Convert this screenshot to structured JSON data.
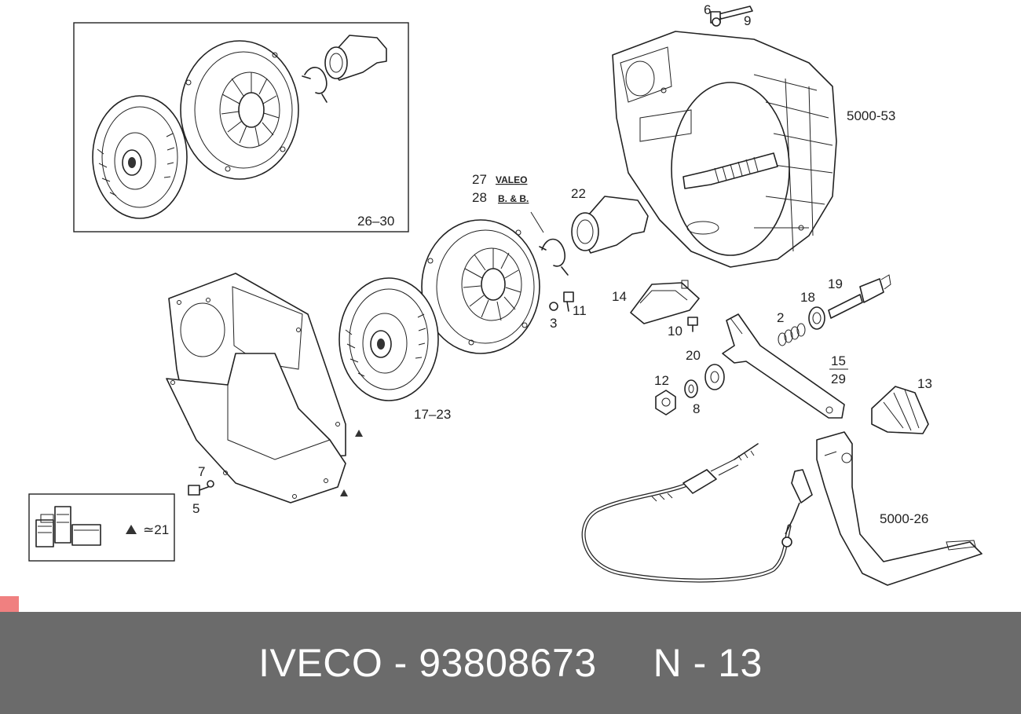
{
  "footer": {
    "brand": "IVECO",
    "separator": "-",
    "part_number": "93808673",
    "ref_prefix": "N",
    "ref_number": "13"
  },
  "inset_box": {
    "label": "26–30"
  },
  "legend_box": {
    "label": "≃21"
  },
  "labels": {
    "l6": "6",
    "l9": "9",
    "l5000_53": "5000-53",
    "l27": "27",
    "l28": "28",
    "valeo": "VALEO",
    "bb": "B. & B.",
    "l22": "22",
    "l3": "3",
    "l11": "11",
    "l14": "14",
    "l10": "10",
    "l2": "2",
    "l18": "18",
    "l19": "19",
    "l20": "20",
    "l12": "12",
    "l8": "8",
    "l15": "15",
    "l29": "29",
    "l13": "13",
    "l17_23": "17–23",
    "l7": "7",
    "l5": "5",
    "l5000_26": "5000-26"
  },
  "colors": {
    "footer_bg": "#6b6b6b",
    "footer_text": "#ffffff",
    "marker": "#f08080",
    "line": "#222222"
  }
}
